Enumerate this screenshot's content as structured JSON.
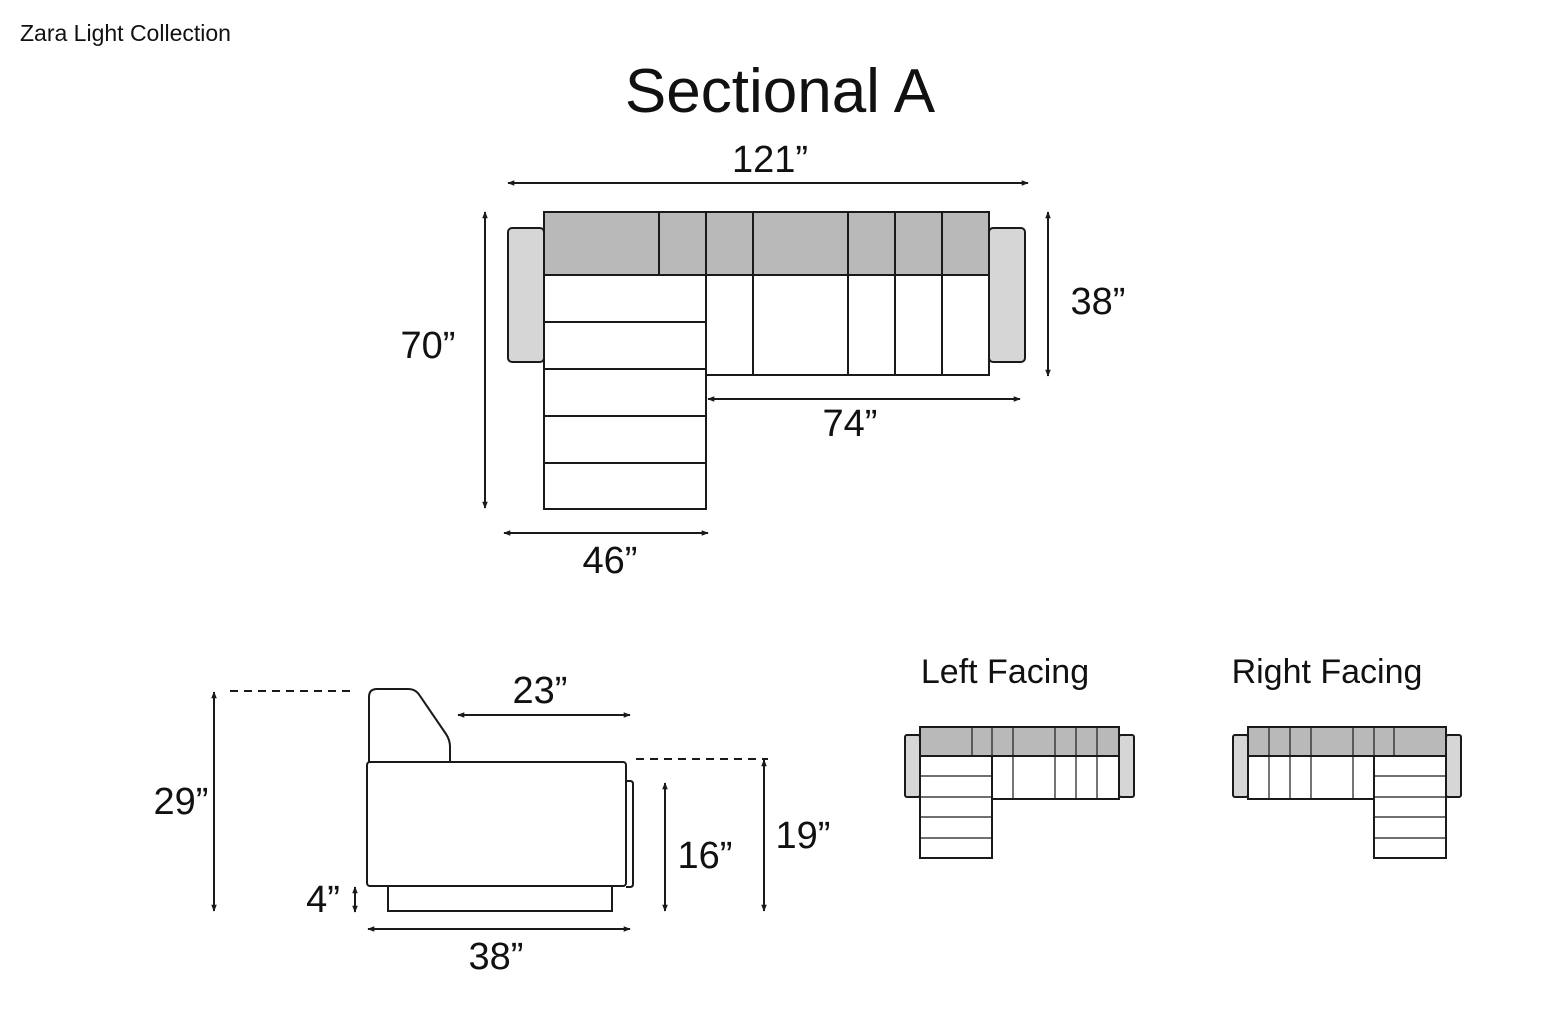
{
  "collection": "Zara Light Collection",
  "title": "Sectional A",
  "top_view": {
    "overall_width": "121”",
    "overall_depth": "70”",
    "sofa_depth": "38”",
    "sofa_width": "74”",
    "chaise_width": "46”"
  },
  "side_view": {
    "total_height": "29”",
    "seat_depth": "23”",
    "arm_height": "19”",
    "seat_height": "16”",
    "leg_height": "4”",
    "depth": "38”"
  },
  "orientations": {
    "left": "Left Facing",
    "right": "Right Facing"
  },
  "colors": {
    "back_cushion": "#b9b9b9",
    "arm": "#d6d6d6",
    "line": "#1a1a1a"
  }
}
